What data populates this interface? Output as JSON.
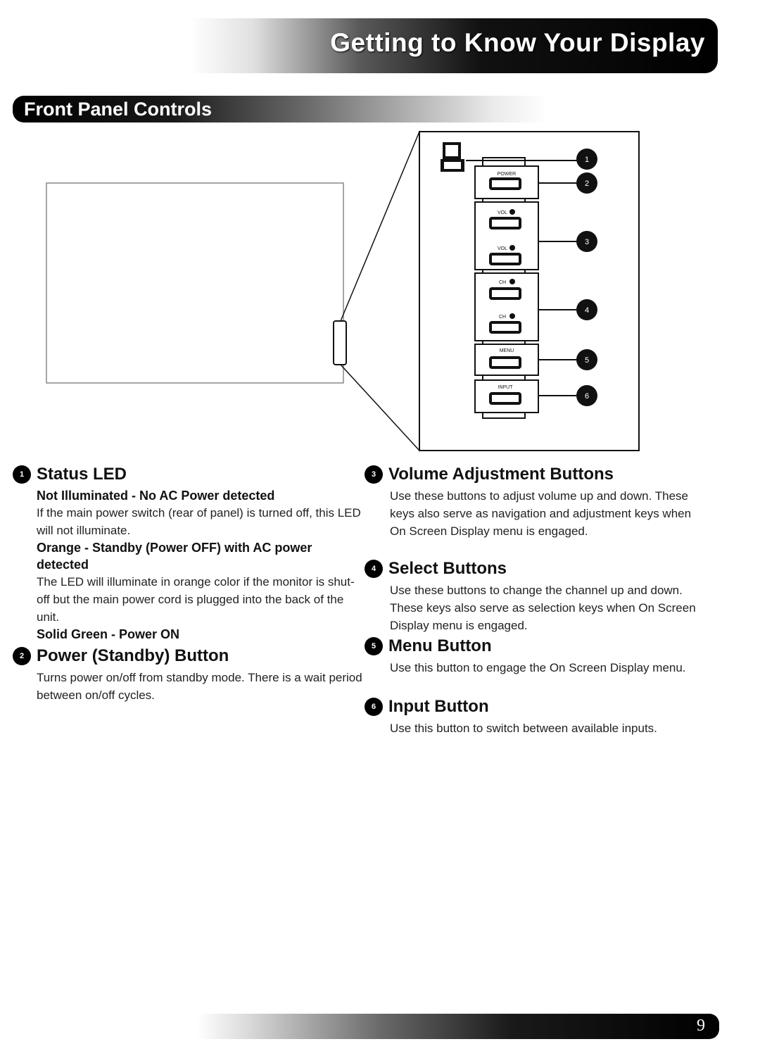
{
  "header": {
    "title": "Getting to Know Your Display"
  },
  "section_title": "Front Panel Controls",
  "diagram": {
    "panel_labels": [
      "POWER",
      "VOL",
      "VOL",
      "CH",
      "CH",
      "MENU",
      "INPUT"
    ],
    "callouts": [
      "1",
      "2",
      "3",
      "4",
      "5",
      "6"
    ]
  },
  "items": {
    "status_led": {
      "number": "1",
      "heading": "Status LED",
      "states": [
        {
          "title": "Not Illuminated - No AC Power detected",
          "text": "If the main power switch (rear of panel) is turned off, this LED will not illuminate."
        },
        {
          "title": "Orange - Standby (Power OFF) with AC power detected",
          "text": "The LED will illuminate in orange color if the monitor is shut-off but the main power cord is plugged into the back of the unit."
        },
        {
          "title": "Solid Green - Power ON",
          "text": ""
        }
      ]
    },
    "power": {
      "number": "2",
      "heading": "Power (Standby) Button",
      "text": "Turns power on/off from standby mode.  There is a wait period between on/off cycles."
    },
    "volume": {
      "number": "3",
      "heading": "Volume Adjustment Buttons",
      "text": "Use these buttons to adjust volume up and down. These keys also serve as navigation and adjustment keys when On Screen Display menu is engaged."
    },
    "select": {
      "number": "4",
      "heading": "Select Buttons",
      "text": "Use these buttons to change the channel up and down.  These keys also serve as selection keys when On Screen Display menu is engaged."
    },
    "menu": {
      "number": "5",
      "heading": "Menu Button",
      "text": "Use this button to engage the On Screen Display menu."
    },
    "input": {
      "number": "6",
      "heading": "Input Button",
      "text": "Use this button to switch between available inputs."
    }
  },
  "footer": {
    "page_number": "9"
  }
}
